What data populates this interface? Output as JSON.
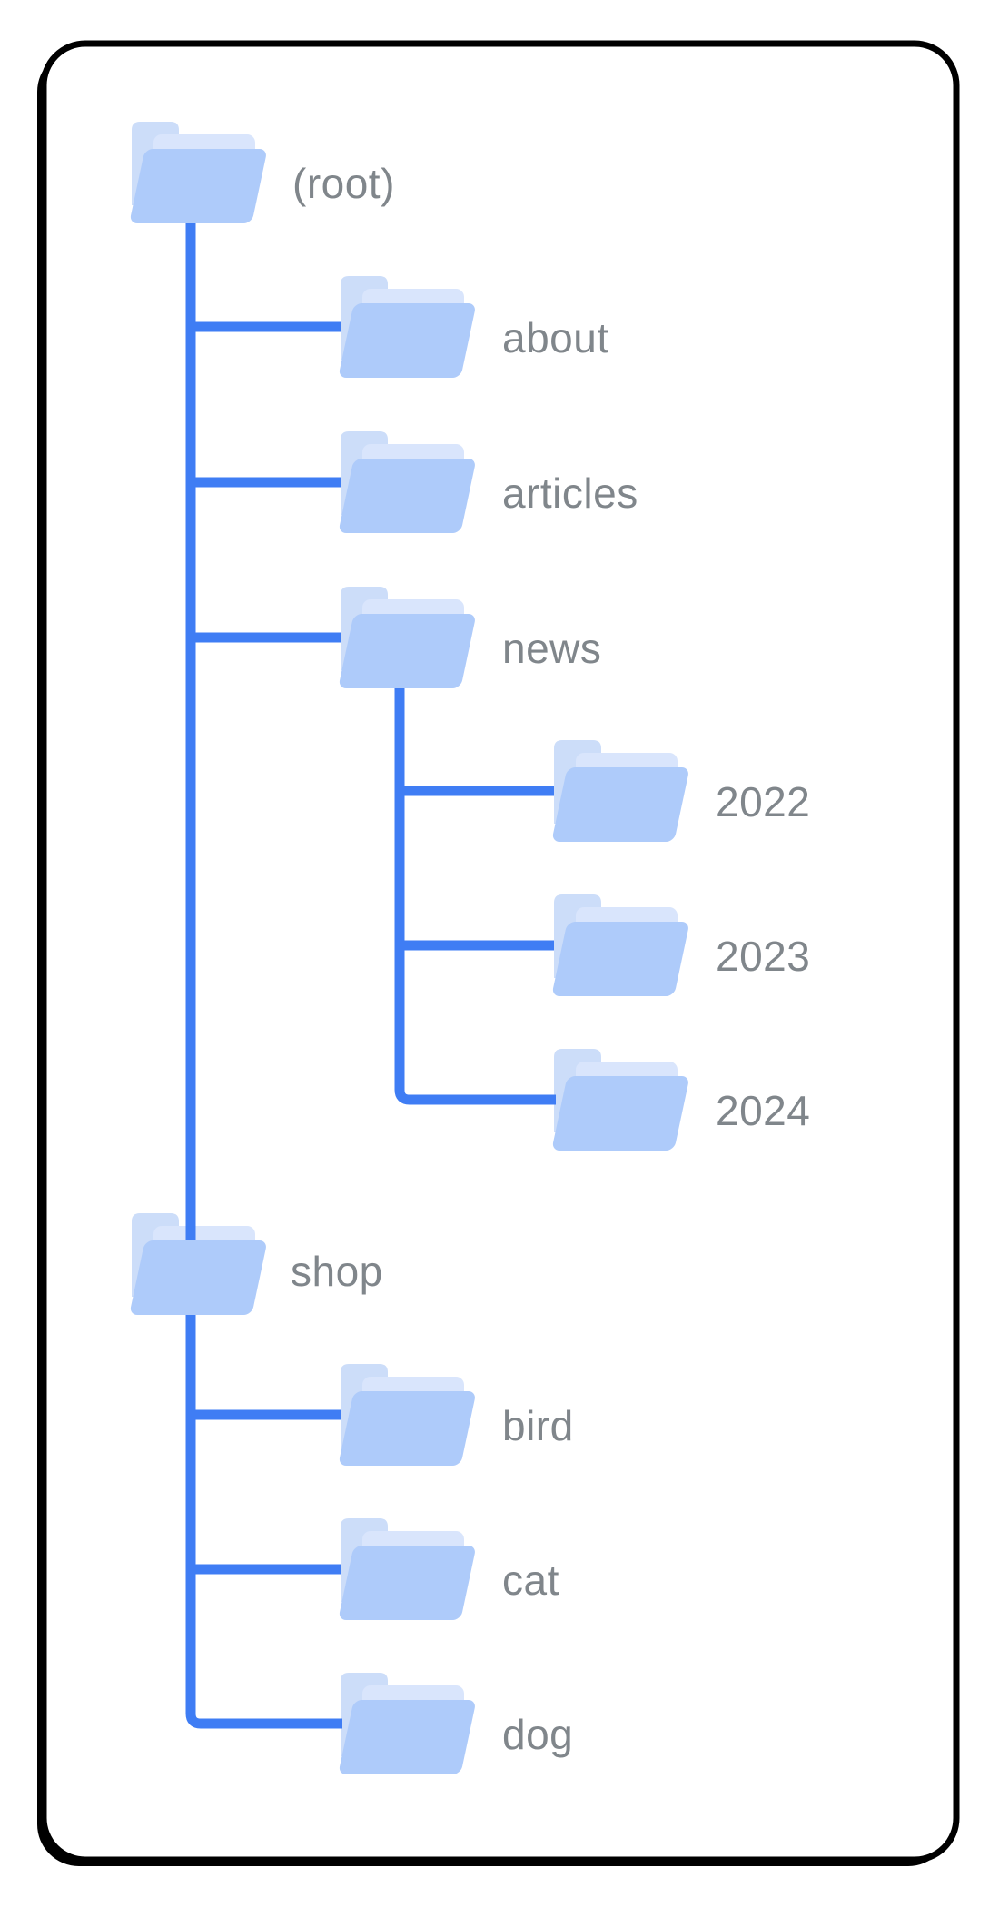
{
  "diagram": {
    "type": "folder-tree",
    "tree": {
      "label": "(root)",
      "children": [
        {
          "label": "about",
          "children": []
        },
        {
          "label": "articles",
          "children": []
        },
        {
          "label": "news",
          "children": [
            {
              "label": "2022",
              "children": []
            },
            {
              "label": "2023",
              "children": []
            },
            {
              "label": "2024",
              "children": []
            }
          ]
        },
        {
          "label": "shop",
          "children": [
            {
              "label": "bird",
              "children": []
            },
            {
              "label": "cat",
              "children": []
            },
            {
              "label": "dog",
              "children": []
            }
          ]
        }
      ]
    }
  },
  "colors": {
    "connector": "#3f7df4",
    "folder-front": "#aecbfa",
    "folder-back-tab": "#ccddf9",
    "folder-back-body": "#d9e5fc",
    "label": "#80868b",
    "card-border": "#000000",
    "card-bg": "#ffffff",
    "page-bg": "#ffffff"
  }
}
